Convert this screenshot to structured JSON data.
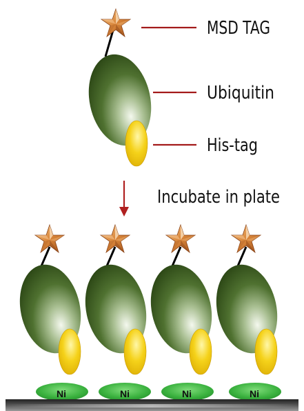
{
  "labels": {
    "msd_tag": "MSD TAG",
    "ubiquitin": "Ubiquitin",
    "his_tag": "His-tag",
    "incubate": "Incubate in plate"
  },
  "bound_complexes": [
    {
      "surface_label": "Ni"
    },
    {
      "surface_label": "Ni"
    },
    {
      "surface_label": "Ni"
    },
    {
      "surface_label": "Ni"
    }
  ],
  "colors": {
    "leader_lines": "#a31a1a",
    "arrow": "#b02020",
    "ubiquitin": "#3d5f1e",
    "his_tag": "#f2cf12",
    "ni_patch": "#35a53a",
    "star": "#d8893c",
    "plate": "#333333"
  },
  "icons": {
    "tag": "star-icon",
    "flow": "arrow-down-icon"
  }
}
